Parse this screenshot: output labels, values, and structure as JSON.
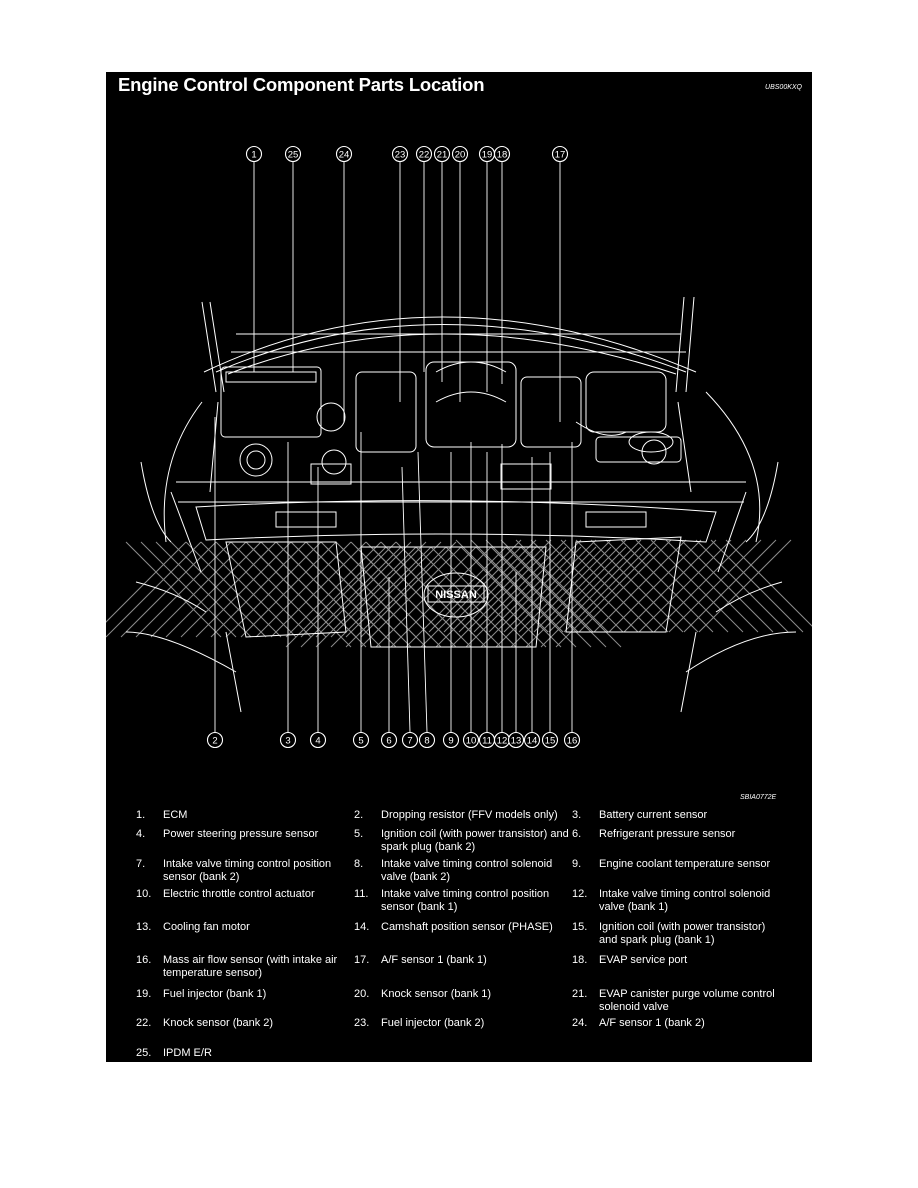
{
  "header": {
    "title": "Engine Control Component Parts Location",
    "ref_code": "UBS00KXQ"
  },
  "figure": {
    "code": "SBIA0772E",
    "grille_badge": "NISSAN"
  },
  "callouts": {
    "top": [
      "1",
      "25",
      "24",
      "23",
      "22",
      "21",
      "20",
      "19",
      "18",
      "17"
    ],
    "bottom": [
      "2",
      "3",
      "4",
      "5",
      "6",
      "7",
      "8",
      "9",
      "10",
      "11",
      "12",
      "13",
      "14",
      "15",
      "16"
    ]
  },
  "legend": [
    {
      "num": "1.",
      "text": "ECM"
    },
    {
      "num": "2.",
      "text": "Dropping resistor (FFV models only)"
    },
    {
      "num": "3.",
      "text": "Battery current sensor"
    },
    {
      "num": "4.",
      "text": "Power steering pressure sensor"
    },
    {
      "num": "5.",
      "text": "Ignition coil (with power transistor) and spark plug (bank 2)"
    },
    {
      "num": "6.",
      "text": "Refrigerant pressure sensor"
    },
    {
      "num": "7.",
      "text": "Intake valve timing control position sensor (bank 2)"
    },
    {
      "num": "8.",
      "text": "Intake valve timing control solenoid valve (bank 2)"
    },
    {
      "num": "9.",
      "text": "Engine coolant temperature sensor"
    },
    {
      "num": "10.",
      "text": "Electric throttle control actuator"
    },
    {
      "num": "11.",
      "text": "Intake valve timing control position sensor (bank 1)"
    },
    {
      "num": "12.",
      "text": "Intake valve timing control solenoid valve (bank 1)"
    },
    {
      "num": "13.",
      "text": "Cooling fan motor"
    },
    {
      "num": "14.",
      "text": "Camshaft position sensor (PHASE)"
    },
    {
      "num": "15.",
      "text": "Ignition coil (with power transistor) and spark plug (bank 1)"
    },
    {
      "num": "16.",
      "text": "Mass air flow sensor (with intake air temperature sensor)"
    },
    {
      "num": "17.",
      "text": "A/F sensor 1 (bank 1)"
    },
    {
      "num": "18.",
      "text": "EVAP service port"
    },
    {
      "num": "19.",
      "text": "Fuel injector (bank 1)"
    },
    {
      "num": "20.",
      "text": "Knock sensor (bank 1)"
    },
    {
      "num": "21.",
      "text": "EVAP canister purge volume control solenoid valve"
    },
    {
      "num": "22.",
      "text": "Knock sensor (bank 2)"
    },
    {
      "num": "23.",
      "text": "Fuel injector (bank 2)"
    },
    {
      "num": "24.",
      "text": "A/F sensor 1 (bank 2)"
    },
    {
      "num": "25.",
      "text": "IPDM E/R"
    }
  ]
}
